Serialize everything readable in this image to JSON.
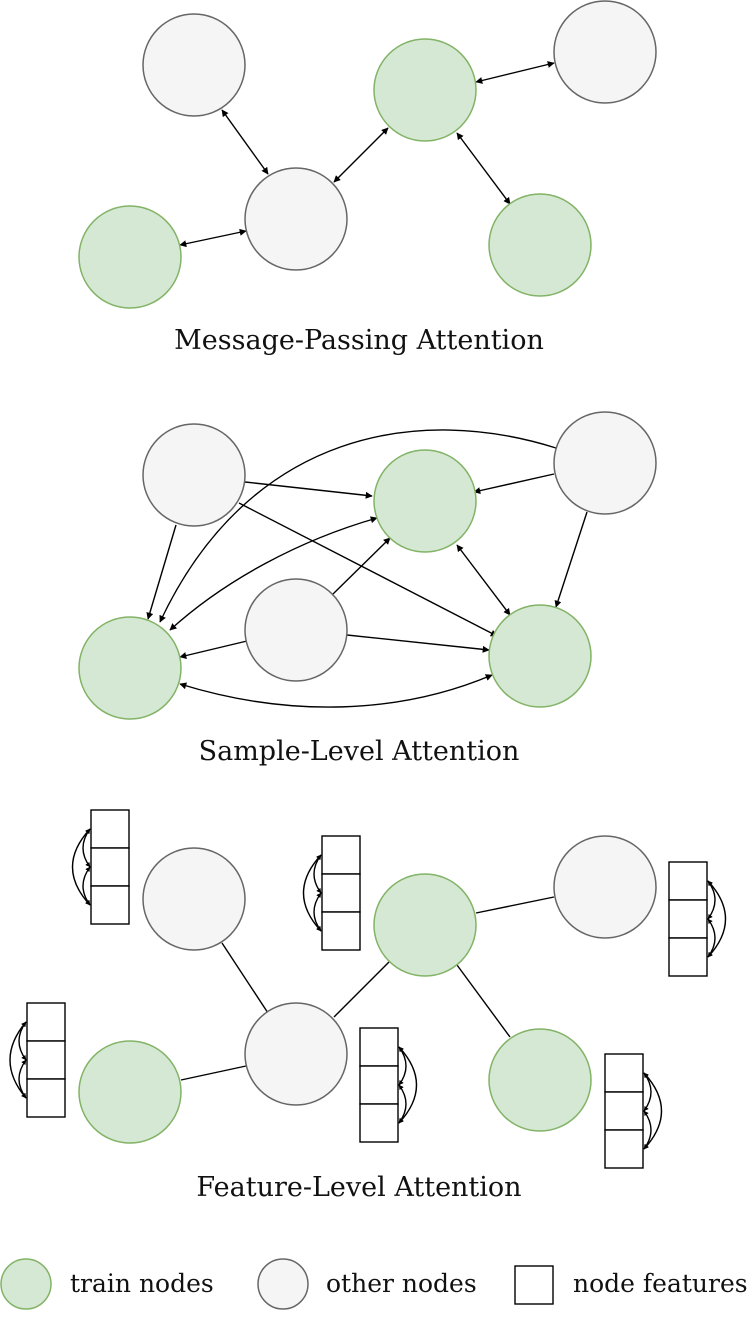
{
  "panels": [
    {
      "caption": "Message-Passing Attention"
    },
    {
      "caption": "Sample-Level Attention"
    },
    {
      "caption": "Feature-Level Attention"
    }
  ],
  "legend": {
    "train_nodes": "train nodes",
    "other_nodes": "other nodes",
    "node_features": "node features"
  },
  "colors": {
    "train_fill": "#d5e8d4",
    "train_stroke": "#82b366",
    "other_fill": "#f5f5f5",
    "other_stroke": "#666666"
  }
}
